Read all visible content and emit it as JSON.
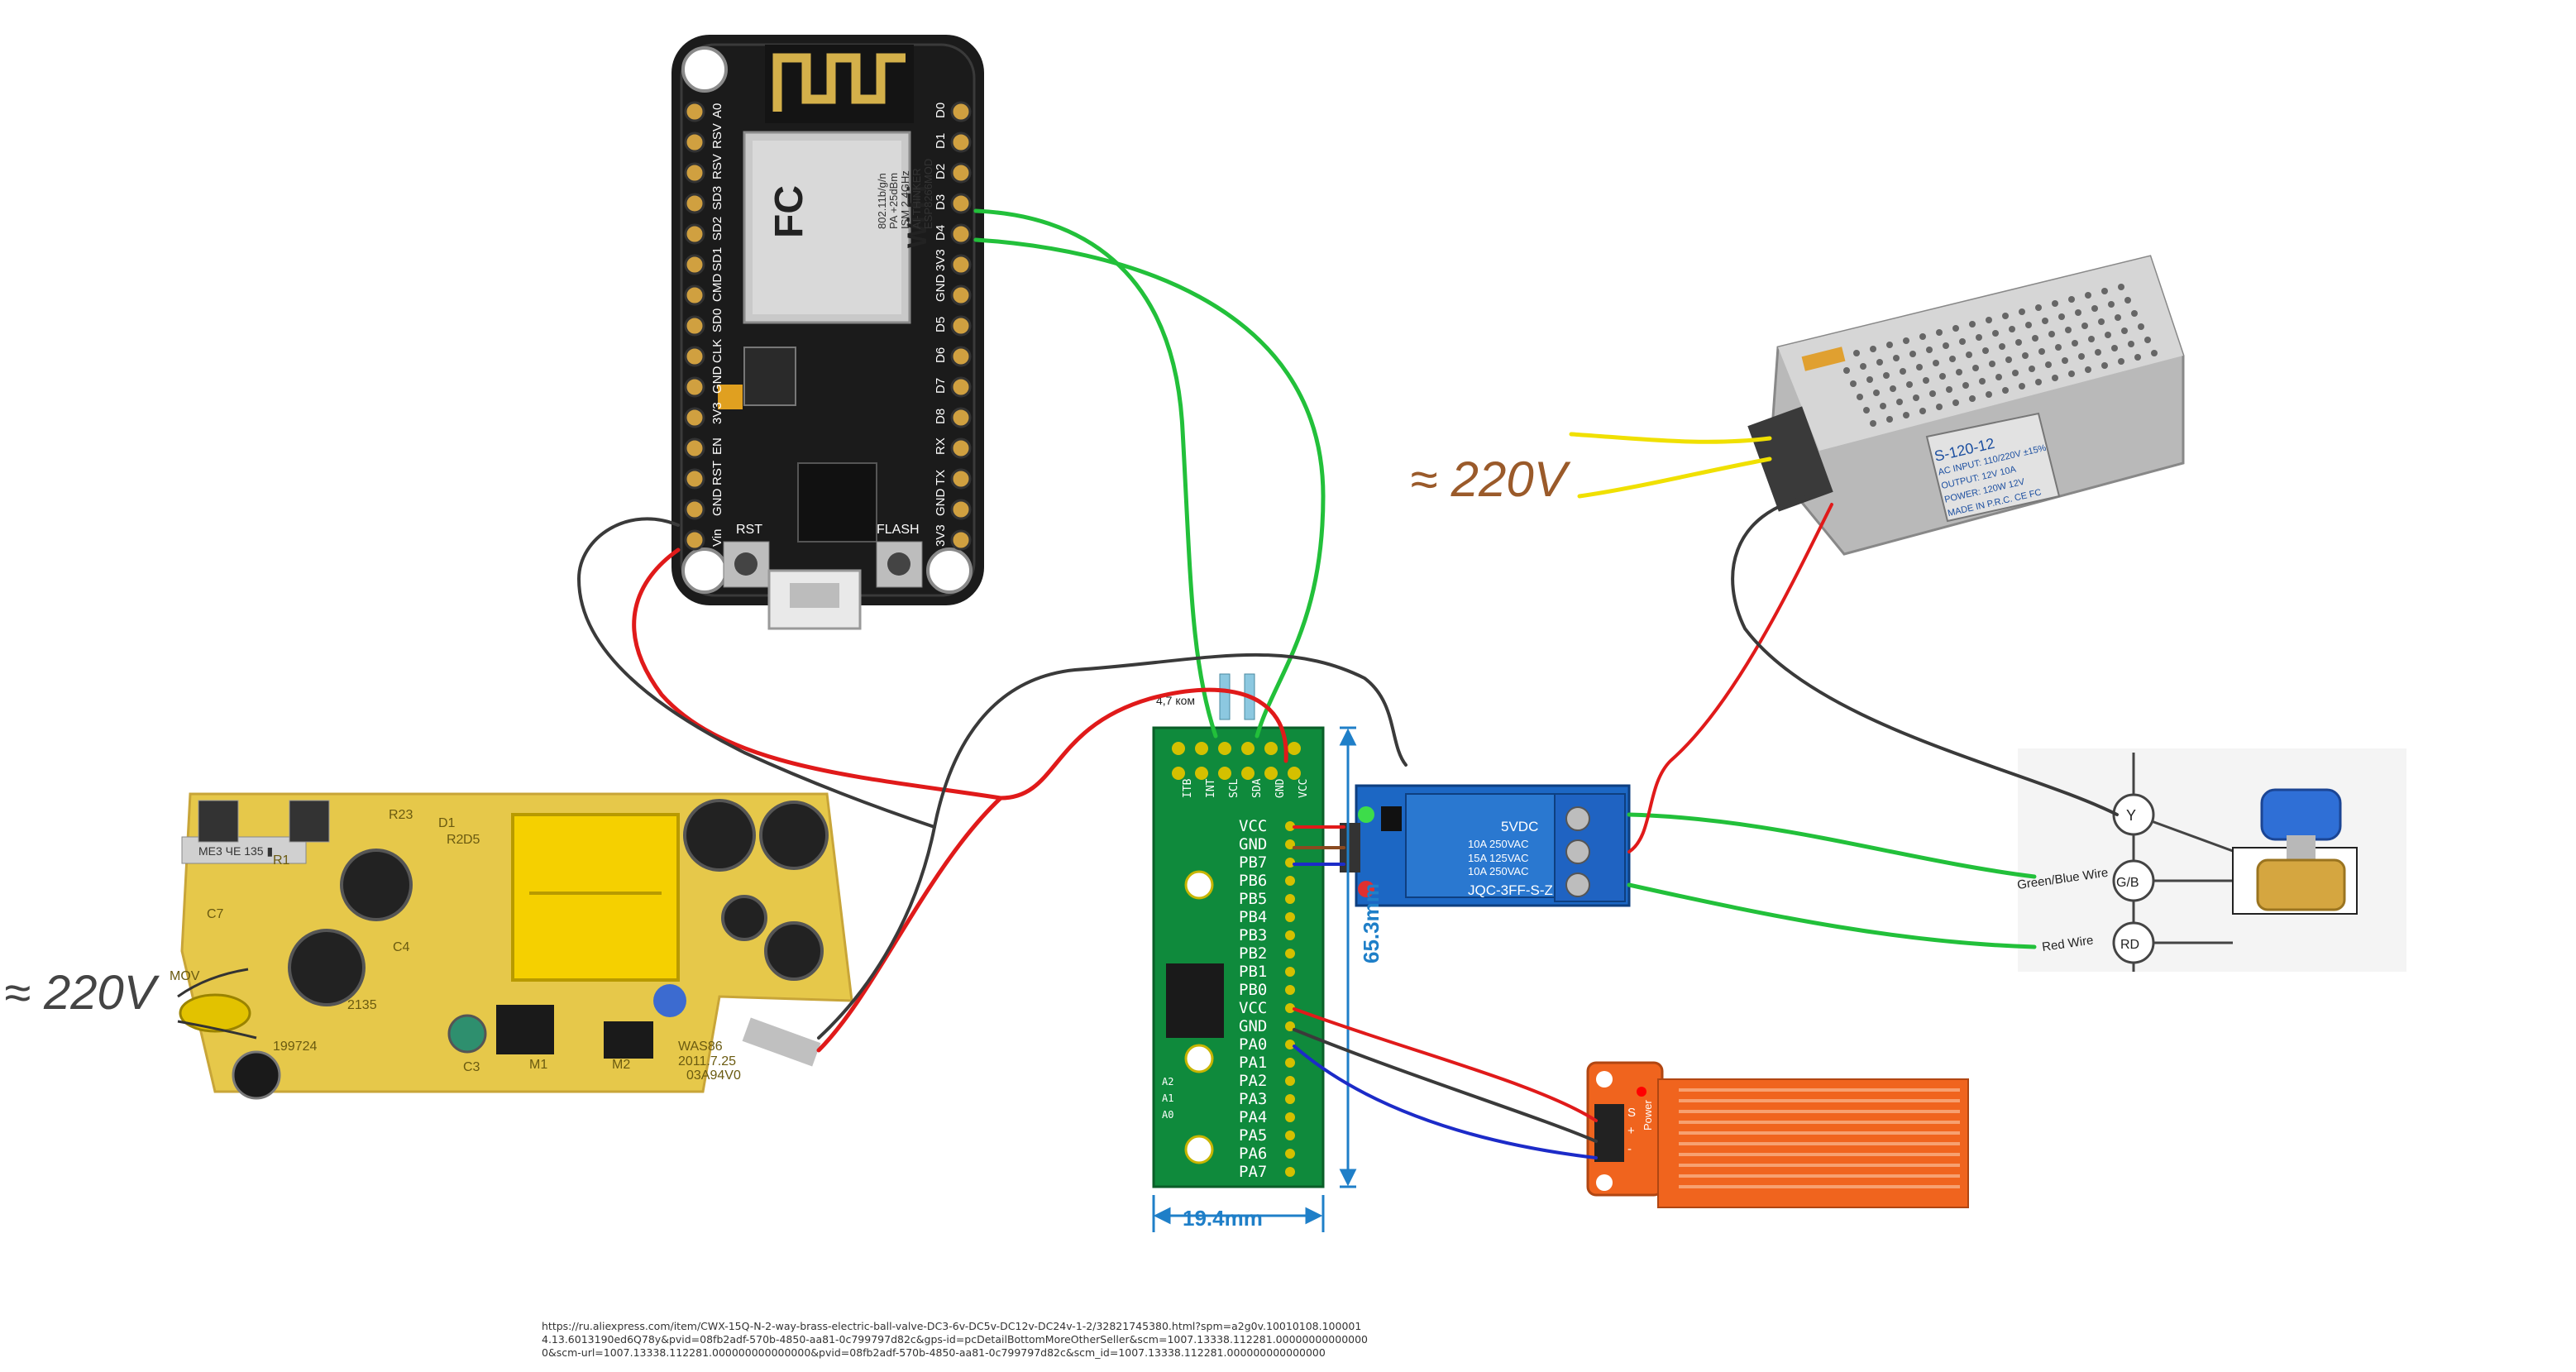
{
  "nodemcu": {
    "left_pins": [
      "A0",
      "RSV",
      "RSV",
      "SD3",
      "SD2",
      "SD1",
      "CMD",
      "SD0",
      "CLK",
      "GND",
      "3V3",
      "EN",
      "RST",
      "GND",
      "Vin"
    ],
    "right_pins": [
      "D0",
      "D1",
      "D2",
      "D3",
      "D4",
      "3V3",
      "GND",
      "D5",
      "D6",
      "D7",
      "D8",
      "RX",
      "TX",
      "GND",
      "3V3"
    ],
    "module_lines": [
      "ESP8266MOD",
      "AI-THINKER",
      "ISM 2.4GHz",
      "PA +25dBm",
      "802.11b/g/n"
    ],
    "wifi_label": "Wi Fi",
    "fc_label": "FC",
    "rst_label": "RST",
    "flash_label": "FLASH"
  },
  "power_supply": {
    "label_lines": [
      "S-120-12",
      "AC INPUT: 110/220V ±15%",
      "OUTPUT: 12V   10A",
      "POWER: 120W  12V",
      "MADE IN P.R.C. CE FC"
    ],
    "input_annotation": "≈ 220V"
  },
  "ac_adapter": {
    "input_annotation": "≈ 220V",
    "silk": [
      "R23",
      "D1",
      "D5",
      "C7",
      "C4",
      "R1",
      "R2",
      "C3",
      "M1",
      "M2",
      "MOV",
      "WAS86",
      "2011.7.25",
      "03A94V0",
      "199724",
      "2135"
    ]
  },
  "relay": {
    "lines": [
      "5VDC",
      "10A 250VAC",
      "15A 125VAC",
      "10A 250VAC",
      "JQC-3FF-S-Z"
    ]
  },
  "expander": {
    "top_pins": [
      "ITB",
      "INT",
      "SCL",
      "SDA",
      "GND",
      "VCC"
    ],
    "upper_pins": [
      "VCC",
      "GND",
      "PB7",
      "PB6",
      "PB5",
      "PB4",
      "PB3",
      "PB2",
      "PB1",
      "PB0"
    ],
    "lower_pins": [
      "VCC",
      "GND",
      "PA0",
      "PA1",
      "PA2",
      "PA3",
      "PA4",
      "PA5",
      "PA6",
      "PA7"
    ],
    "side_labels": [
      "A2",
      "A1",
      "A0"
    ],
    "resistor_label": "4,7 ком",
    "height_dim": "65.3mm",
    "width_dim": "19.4mm"
  },
  "valve": {
    "wire_labels": [
      "Green/Blue Wire",
      "Red Wire"
    ],
    "terminals": [
      "Y",
      "G/B",
      "RD"
    ]
  },
  "water_sensor": {
    "pins": [
      "S",
      "+",
      "-"
    ],
    "label": "Power"
  },
  "url": "https://ru.aliexpress.com/item/CWX-15Q-N-2-way-brass-electric-ball-valve-DC3-6v-DC5v-DC12v-DC24v-1-2/32821745380.html?spm=a2g0v.10010108.1000014.13.6013190ed6Q78y&pvid=08fb2adf-570b-4850-aa81-0c799797d82c&gps-id=pcDetailBottomMoreOtherSeller&scm=1007.13338.112281.000000000000000&scm-url=1007.13338.112281.000000000000000&pvid=08fb2adf-570b-4850-aa81-0c799797d82c&scm_id=1007.13338.112281.000000000000000",
  "colors": {
    "wire_green": "#22c03a",
    "wire_red": "#e01a1a",
    "wire_black": "#3a3a3a",
    "wire_yellow": "#f0e000",
    "wire_blue": "#1c2bc8",
    "pcb_black": "#1b1b1b",
    "pcb_green": "#0f8a3c",
    "pcb_blue": "#1c67c4",
    "pcb_yellow": "#e6c84a",
    "sensor_orange": "#f0641e",
    "annotation_brown": "#9a5a2a"
  }
}
